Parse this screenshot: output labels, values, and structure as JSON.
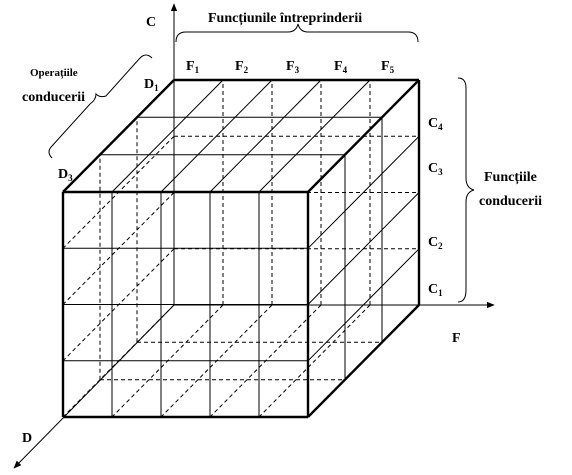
{
  "axes": {
    "c": "C",
    "f": "F",
    "d": "D"
  },
  "labels": {
    "functiunile_intreprinderii": "Funcțiunile întreprinderii",
    "operatiile": "Operațiile",
    "conducerii": "conducerii",
    "functiile": "Funcțiile",
    "functiile_conducerii": "conducerii"
  },
  "f_ticks": [
    {
      "base": "F",
      "sub": "1"
    },
    {
      "base": "F",
      "sub": "2"
    },
    {
      "base": "F",
      "sub": "3"
    },
    {
      "base": "F",
      "sub": "4"
    },
    {
      "base": "F",
      "sub": "5"
    }
  ],
  "c_ticks": [
    {
      "base": "C",
      "sub": "4"
    },
    {
      "base": "C",
      "sub": "3"
    },
    {
      "base": "C",
      "sub": "2"
    },
    {
      "base": "C",
      "sub": "1"
    }
  ],
  "d_ticks": [
    {
      "base": "D",
      "sub": "1"
    },
    {
      "base": "D",
      "sub": "3"
    }
  ]
}
